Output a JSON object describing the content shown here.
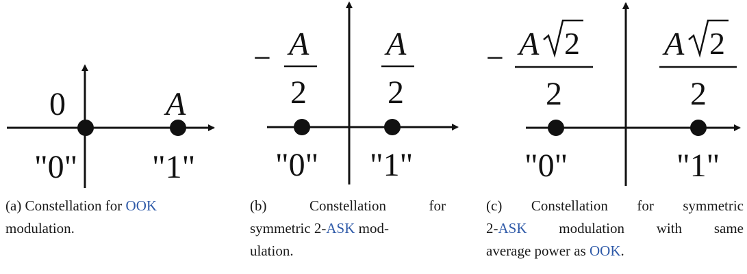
{
  "figures": [
    {
      "id": "a",
      "point_labels": [
        "0",
        "A"
      ],
      "symbol_labels": [
        "\"0\"",
        "\"1\""
      ],
      "caption": {
        "prefix": "(a) Constellation for ",
        "link": "OOK",
        "suffix_line1": "",
        "line2": "modulation."
      }
    },
    {
      "id": "b",
      "minus": "−",
      "numerator": "A",
      "denominator": "2",
      "symbol_labels": [
        "\"0\"",
        "\"1\""
      ],
      "caption": {
        "line1": "(b)  Constellation  for",
        "line2_prefix": "symmetric 2-",
        "line2_link": "ASK",
        "line2_suffix": " mod-",
        "line3": "ulation."
      }
    },
    {
      "id": "c",
      "minus": "−",
      "numerator_a": "A",
      "numerator_root": "2",
      "denominator": "2",
      "symbol_labels": [
        "\"0\"",
        "\"1\""
      ],
      "caption": {
        "line1": "(c) Constellation for symmetric",
        "line2_prefix": "2-",
        "line2_link": "ASK",
        "line2_suffix": " modulation with same",
        "line3_prefix": "average power as ",
        "line3_link": "OOK",
        "line3_suffix": "."
      }
    }
  ]
}
